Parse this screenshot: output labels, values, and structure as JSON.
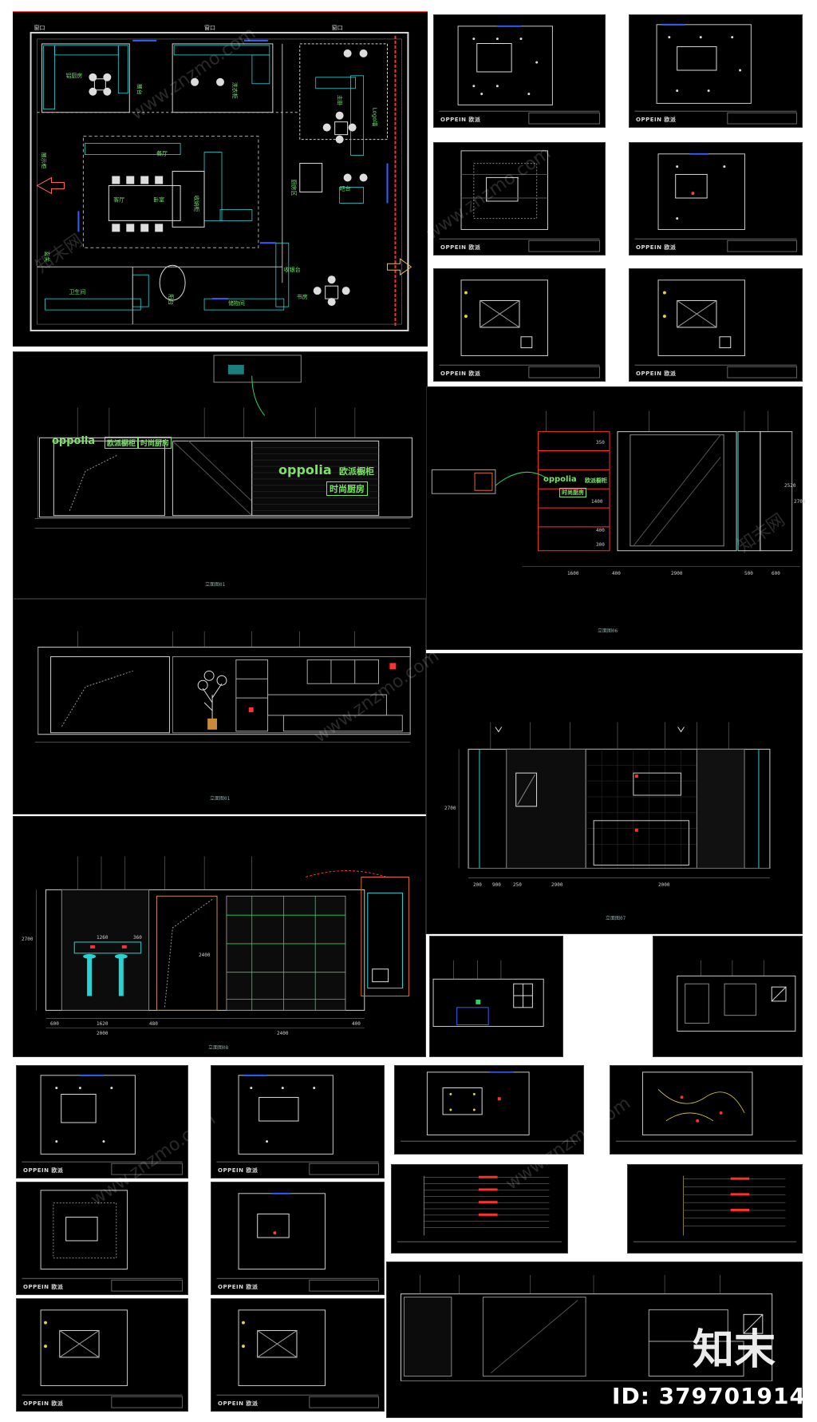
{
  "floorplan": {
    "room_labels": [
      "铝厨房",
      "展台",
      "洗衣柜",
      "Logo墙",
      "吧台",
      "收纳柜",
      "客厅",
      "卧室",
      "卫生间",
      "阳台",
      "储物间",
      "书房",
      "玄关",
      "主卧",
      "餐厅",
      "厨房区",
      "展示柜",
      "收银台"
    ]
  },
  "elevations": {
    "e1": {
      "caption": "立面图01",
      "logo_text": "oppolia",
      "logo_cn": "欧派橱柜",
      "tag": "时尚厨房"
    },
    "e2": {
      "caption": "立面图06",
      "logo_text": "oppolia",
      "logo_cn": "欧派橱柜",
      "tag": "时尚厨房",
      "dims": [
        "1600",
        "400",
        "2900",
        "500",
        "600",
        "2520",
        "2700",
        "350",
        "400",
        "300",
        "1400"
      ]
    },
    "e3": {
      "caption": "立面图01"
    },
    "e4": {
      "caption": "立面图07",
      "dims": [
        "200",
        "900",
        "250",
        "2900",
        "2000",
        "2700"
      ]
    },
    "e5": {
      "caption": "立面图08",
      "dims": [
        "600",
        "1620",
        "2000",
        "480",
        "2400",
        "400",
        "2700",
        "2400",
        "1260",
        "360"
      ]
    }
  },
  "sheets": {
    "brand": "OPPEIN 欧派"
  },
  "watermark": {
    "site": "www.znzmo.com",
    "cn": "知末网"
  },
  "logo": "知末",
  "id_label": "ID: 379701914"
}
